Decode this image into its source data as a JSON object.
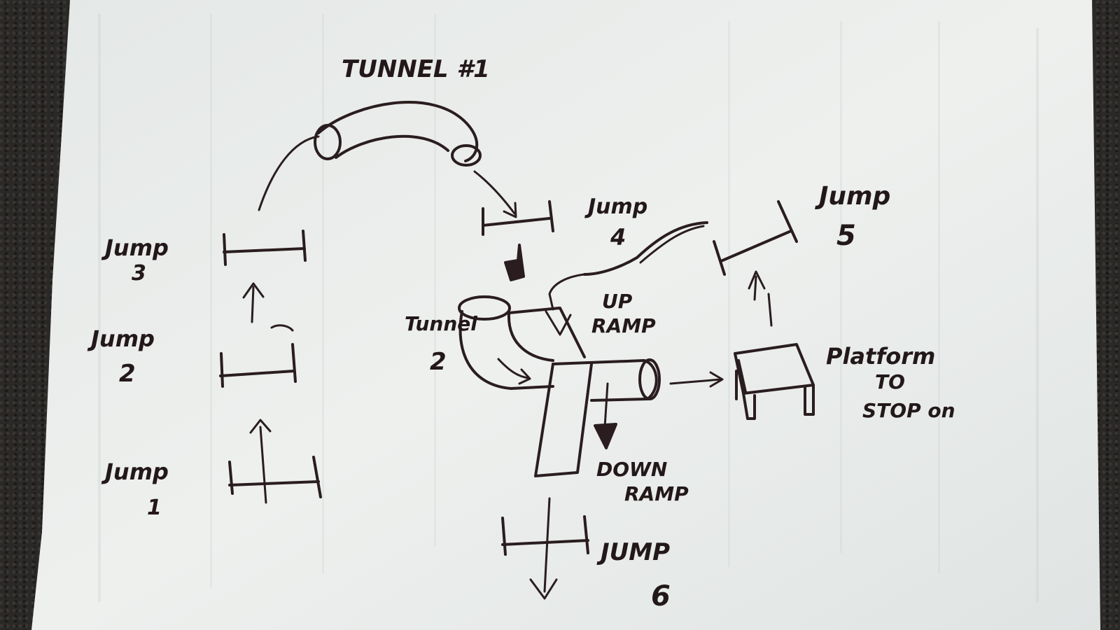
{
  "diagram": {
    "labels": {
      "tunnel1": "TUNNEL #1",
      "jump4_a": "Jump",
      "jump4_b": "4",
      "jump5_a": "Jump",
      "jump5_b": "5",
      "jump3_a": "Jump",
      "jump3_b": "3",
      "jump2_a": "Jump",
      "jump2_b": "2",
      "jump1_a": "Jump",
      "jump1_b": "1",
      "tunnel2_a": "Tunnel",
      "tunnel2_b": "2",
      "upramp_a": "UP",
      "upramp_b": "RAMP",
      "downramp_a": "DOWN",
      "downramp_b": "RAMP",
      "platform_a": "Platform",
      "platform_b": "TO",
      "platform_c": "STOP on",
      "jump6_a": "JUMP",
      "jump6_b": "6"
    }
  },
  "colors": {
    "ink": "#2a1d1f",
    "paper": "#e9ecea",
    "background": "#2b2927"
  }
}
